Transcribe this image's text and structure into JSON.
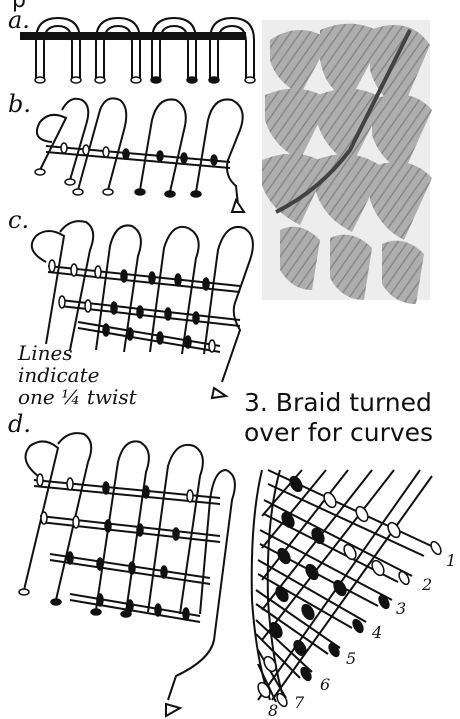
{
  "header_fragment": "p",
  "step_labels": {
    "a": "a.",
    "b": "b.",
    "c": "c.",
    "d": "d."
  },
  "caption": {
    "line1": "Lines",
    "line2": "indicate",
    "line3": "one ¼ twist"
  },
  "section3": {
    "line1": "3. Braid turned",
    "line2": "over for curves"
  },
  "strand_numbers": [
    "1",
    "2",
    "3",
    "4",
    "5",
    "6",
    "7",
    "8"
  ],
  "colors": {
    "ink": "#111111",
    "paper": "#ffffff",
    "photo_rope": "#9a9a9a"
  }
}
